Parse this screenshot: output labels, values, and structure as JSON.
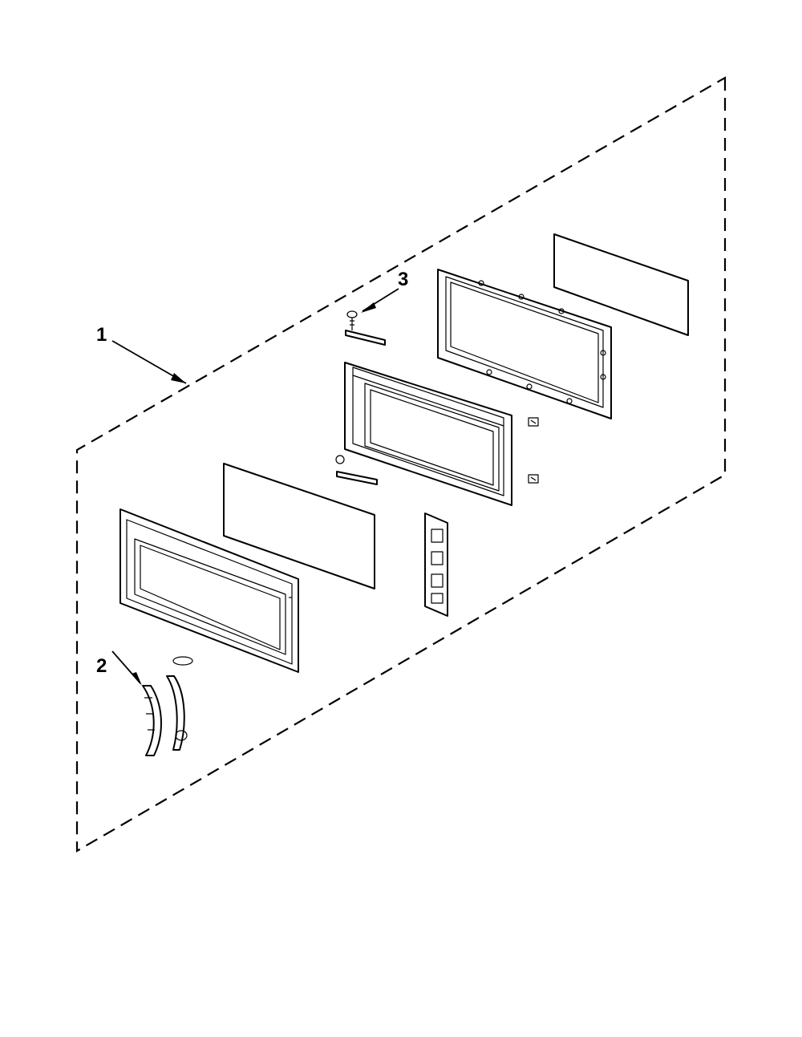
{
  "diagram": {
    "callouts": [
      {
        "id": "1",
        "label": "1"
      },
      {
        "id": "2",
        "label": "2"
      },
      {
        "id": "3",
        "label": "3"
      }
    ],
    "parts": [
      "door-frame-front",
      "window-glass-front",
      "inner-door-frame",
      "choke-frame-rear",
      "rear-glass",
      "hinge-block",
      "handle",
      "handle-cover",
      "screw",
      "hinge-plate-top",
      "hinge-plate-bottom"
    ]
  }
}
